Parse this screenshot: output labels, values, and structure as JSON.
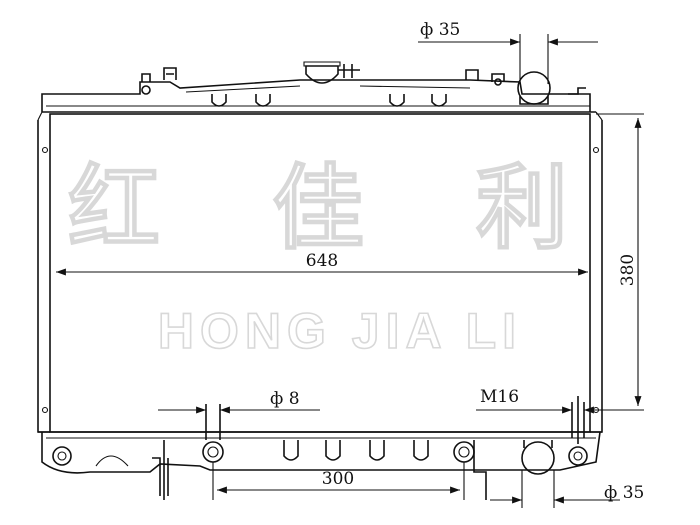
{
  "watermark": {
    "chinese": "红 佳 利",
    "english": "HONG JIA LI"
  },
  "dimensions": {
    "top_pipe_dia": "ф 35",
    "core_width": "648",
    "core_height": "380",
    "drain_dia": "ф 8",
    "drain_thread": "M16",
    "mount_spacing": "300",
    "bottom_pipe_dia": "ф 35"
  }
}
